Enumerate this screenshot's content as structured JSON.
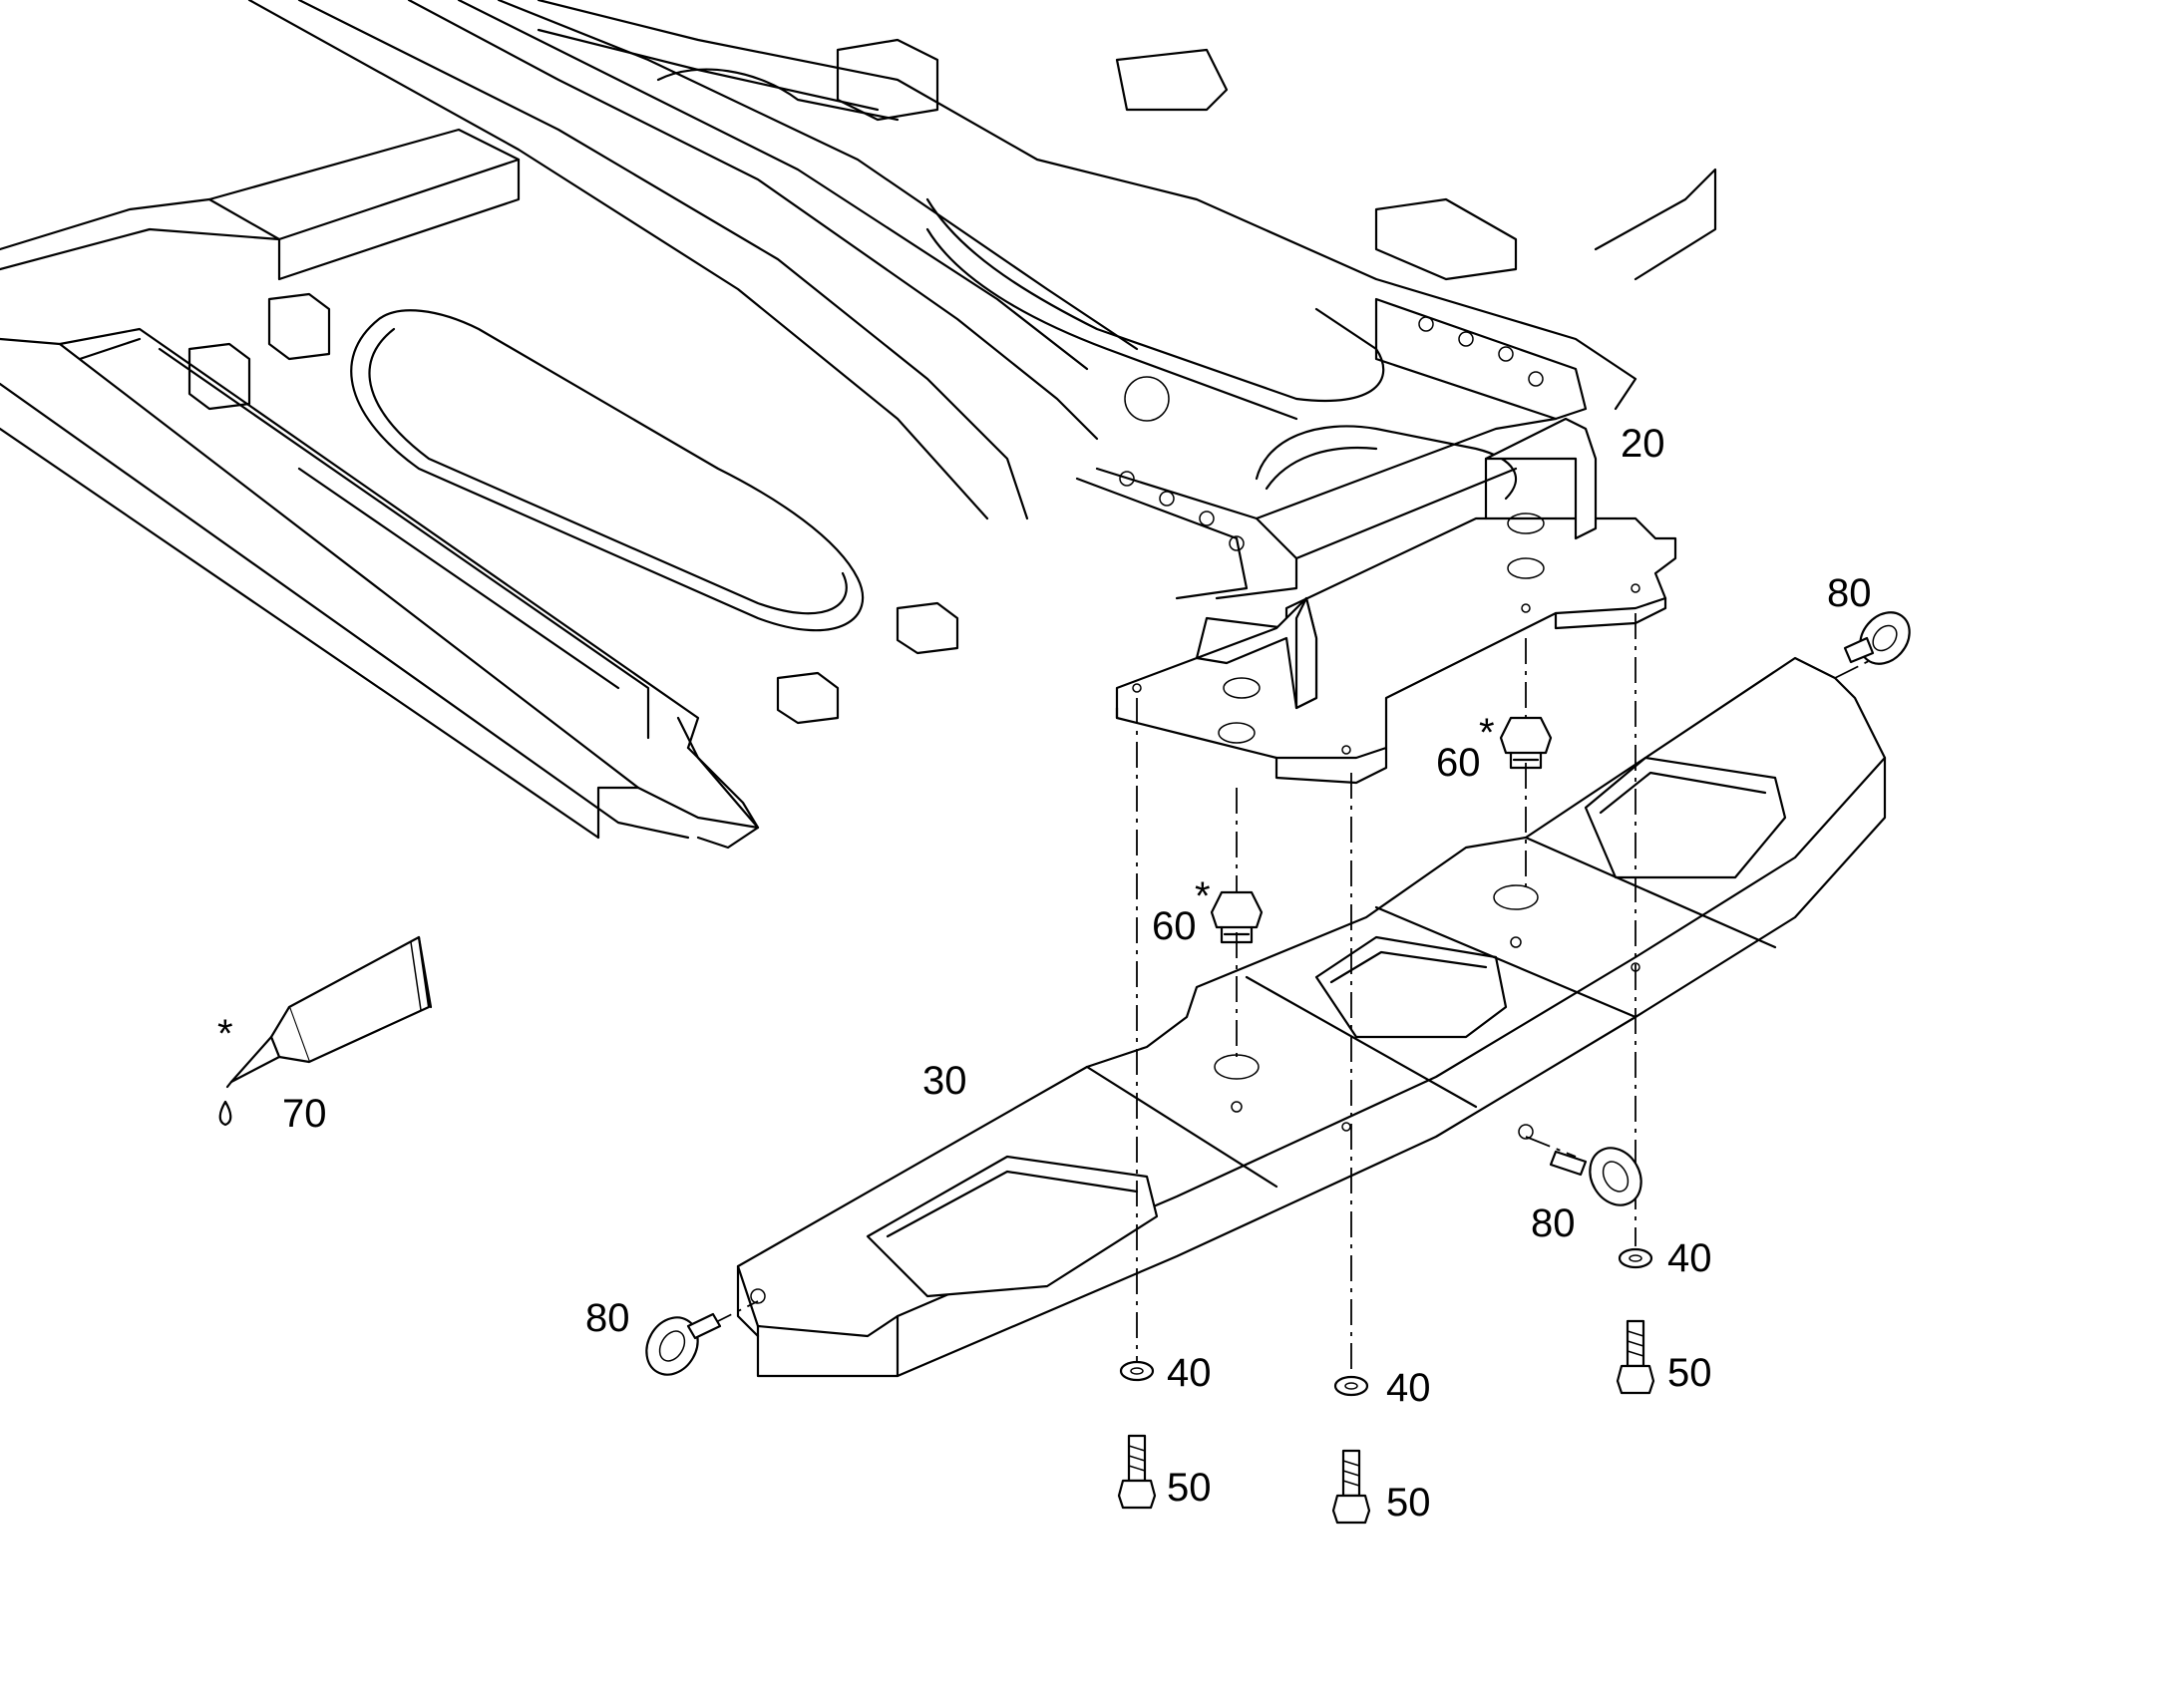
{
  "diagram": {
    "type": "exploded-parts-view",
    "callouts": [
      {
        "id": "c20",
        "text": "20"
      },
      {
        "id": "c30",
        "text": "30"
      },
      {
        "id": "c40a",
        "text": "40"
      },
      {
        "id": "c40b",
        "text": "40"
      },
      {
        "id": "c40c",
        "text": "40"
      },
      {
        "id": "c50a",
        "text": "50"
      },
      {
        "id": "c50b",
        "text": "50"
      },
      {
        "id": "c50c",
        "text": "50"
      },
      {
        "id": "c60a",
        "text": "60"
      },
      {
        "id": "c60b",
        "text": "60"
      },
      {
        "id": "c70",
        "text": "70"
      },
      {
        "id": "c80a",
        "text": "80"
      },
      {
        "id": "c80b",
        "text": "80"
      },
      {
        "id": "c80c",
        "text": "80"
      }
    ],
    "marker": "*",
    "icons": [
      "frame-chassis-icon",
      "mounting-bracket-icon",
      "counterweight-icon",
      "washer-icon",
      "bolt-icon",
      "bumper-stop-icon",
      "grease-tube-icon",
      "lifting-eye-icon"
    ]
  }
}
